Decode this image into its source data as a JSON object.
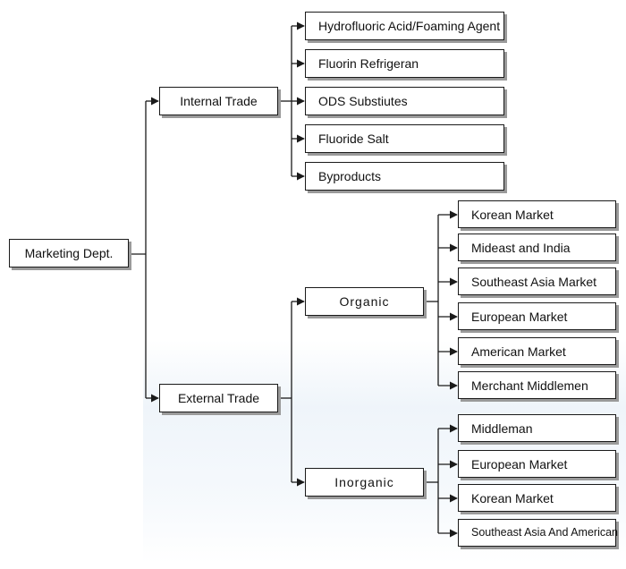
{
  "diagram": {
    "root": {
      "label": "Marketing Dept."
    },
    "internal": {
      "label": "Internal Trade",
      "items": [
        "Hydrofluoric Acid/Foaming Agent",
        "Fluorin Refrigeran",
        "ODS Substiutes",
        "Fluoride Salt",
        "Byproducts"
      ]
    },
    "external": {
      "label": "External Trade",
      "organic": {
        "label": "Organic",
        "items": [
          "Korean Market",
          "Mideast and India",
          "Southeast Asia Market",
          "European Market",
          "American Market",
          "Merchant Middlemen"
        ]
      },
      "inorganic": {
        "label": "Inorganic",
        "items": [
          "Middleman",
          "European Market",
          "Korean Market",
          "Southeast Asia And American"
        ]
      }
    },
    "colors": {
      "line": "#1a1a1a",
      "shadow": "#9a9a9a",
      "box": "#ffffff"
    }
  }
}
